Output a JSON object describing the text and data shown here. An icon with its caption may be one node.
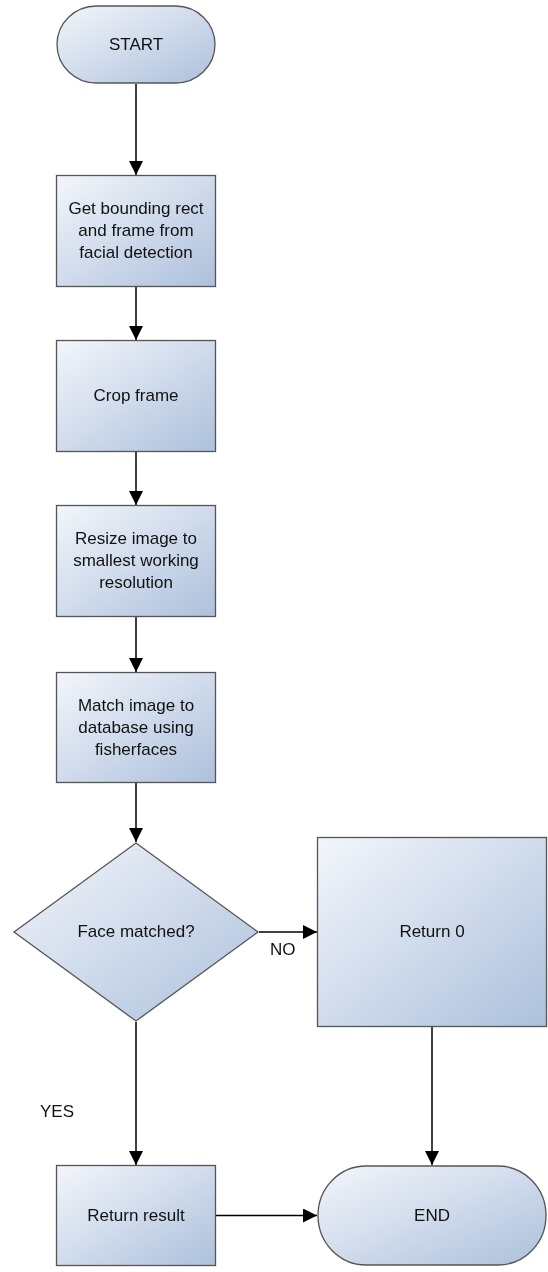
{
  "diagram": {
    "nodes": [
      {
        "text": [
          "START"
        ]
      },
      {
        "text": [
          "Get bounding rect and frame from facial detection"
        ]
      },
      {
        "text": [
          "Crop frame"
        ]
      },
      {
        "text": [
          "Resize image to smallest working resolution"
        ]
      },
      {
        "text": [
          "Match image to database using fisherfaces"
        ]
      },
      {
        "text": [
          "Face matched?"
        ]
      },
      {
        "text": [
          "Return 0"
        ]
      },
      {
        "text": [
          "Return result"
        ]
      },
      {
        "text": [
          "END"
        ]
      }
    ],
    "edges": [
      {
        "from": 0,
        "to": 1,
        "arrow": "to"
      },
      {
        "from": 1,
        "to": 2,
        "arrow": "to"
      },
      {
        "from": 2,
        "to": 3,
        "arrow": "to"
      },
      {
        "from": 3,
        "to": 4,
        "arrow": "to"
      },
      {
        "from": 4,
        "to": 5,
        "arrow": "to"
      },
      {
        "from": 5,
        "to": 6,
        "arrow": "to",
        "label": "NO"
      },
      {
        "from": 5,
        "to": 7,
        "arrow": "to",
        "label": "YES"
      },
      {
        "from": 6,
        "to": 8,
        "arrow": "to"
      },
      {
        "from": 7,
        "to": 8,
        "arrow": "to"
      }
    ]
  }
}
